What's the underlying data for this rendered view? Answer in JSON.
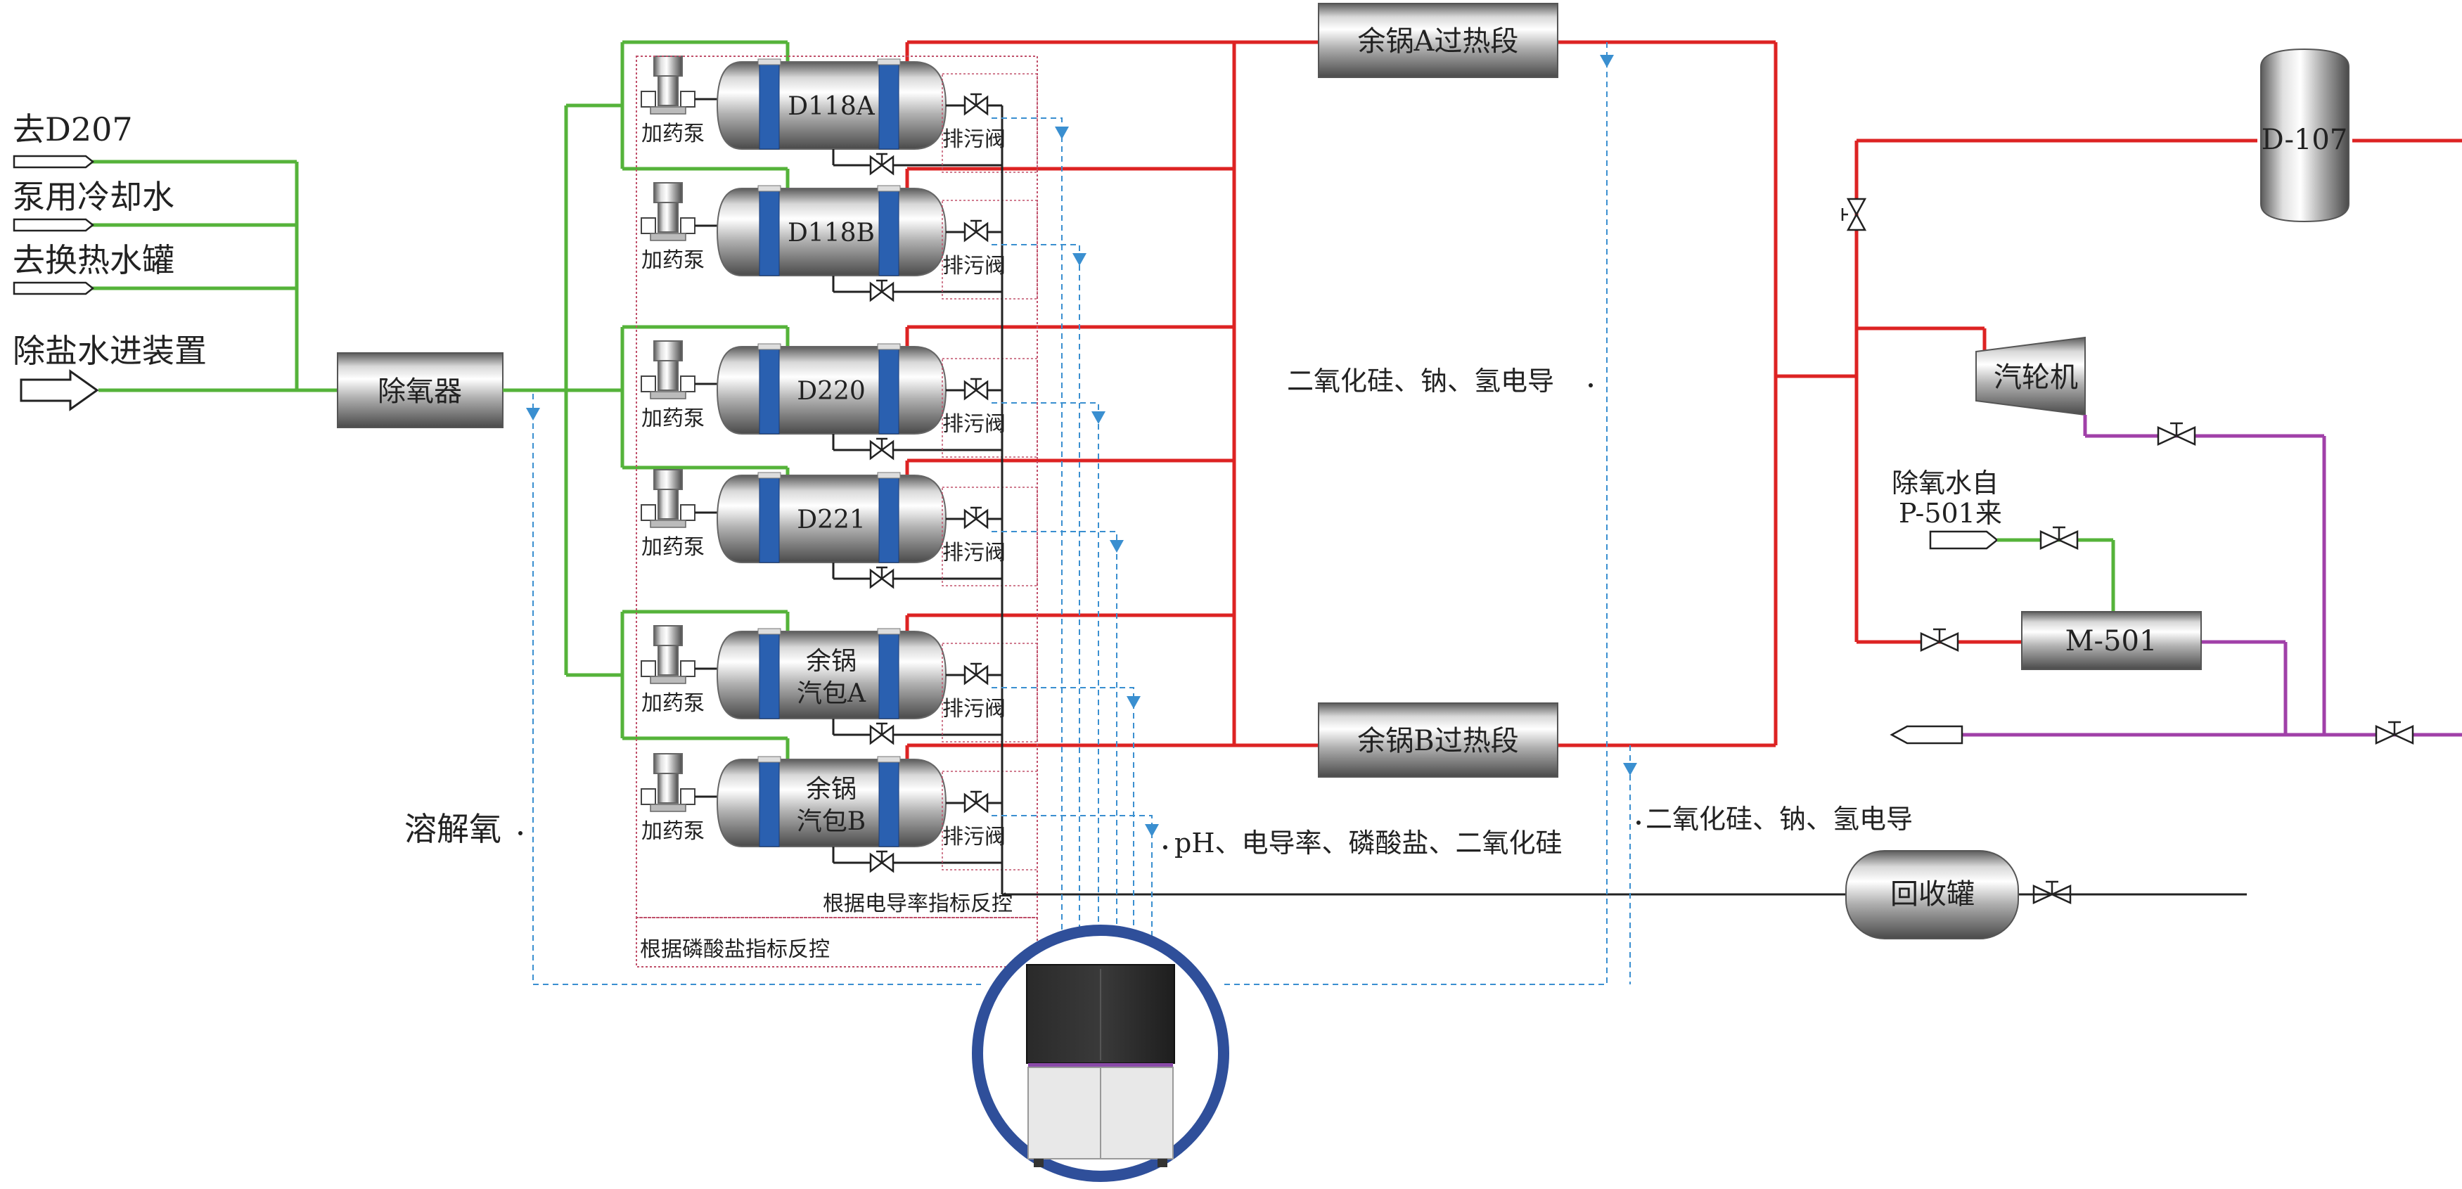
{
  "left_lines": {
    "to_d207": "去D207",
    "pump_cooling": "泵用冷却水",
    "to_heat_tank": "去换热水罐",
    "desalted_in": "除盐水进装置"
  },
  "deaerator": "除氧器",
  "drums": [
    {
      "id": "d118a",
      "label1": "D118A",
      "label2": ""
    },
    {
      "id": "d118b",
      "label1": "D118B",
      "label2": ""
    },
    {
      "id": "d220",
      "label1": "D220",
      "label2": ""
    },
    {
      "id": "d221",
      "label1": "D221",
      "label2": ""
    },
    {
      "id": "drum-a",
      "label1": "余锅",
      "label2": "汽包A"
    },
    {
      "id": "drum-b",
      "label1": "余锅",
      "label2": "汽包B"
    }
  ],
  "dosing_pump_label": "加药泵",
  "blowdown_valve_label": "排污阀",
  "superheater_a": "余锅A过热段",
  "superheater_b": "余锅B过热段",
  "d107": "D-107",
  "turbine": "汽轮机",
  "m501": "M-501",
  "deaerated_water_line1": "除氧水自",
  "deaerated_water_line2": "P-501来",
  "recovery_tank": "回收罐",
  "annotations": {
    "sio2_top": "二氧化硅、钠、氢电导",
    "sio2_bottom": "二氧化硅、钠、氢电导",
    "dissolved_oxygen": "溶解氧",
    "ph_group": "pH、电导率、磷酸盐、二氧化硅",
    "conductivity_control": "根据电导率指标反控",
    "phosphate_control": "根据磷酸盐指标反控"
  },
  "colors": {
    "steam": "#dd2323",
    "water": "#55b33a",
    "condensate": "#a040a8",
    "sample": "#3a8fd0",
    "control": "#c0506a",
    "analyzer_ring": "#2f4f9a"
  }
}
